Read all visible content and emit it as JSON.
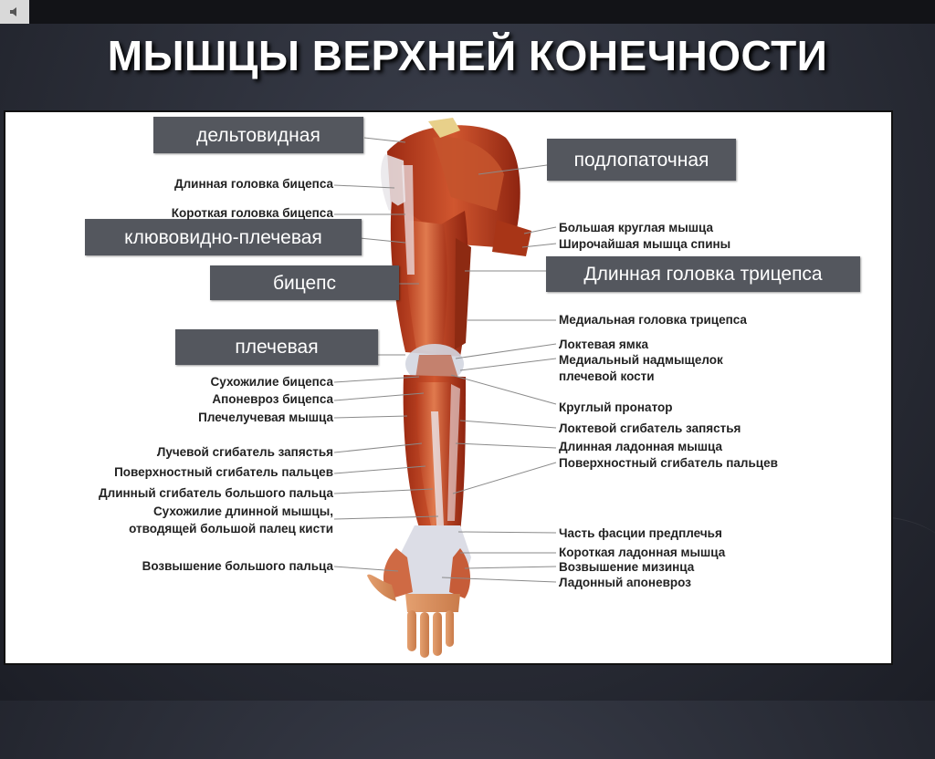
{
  "slide": {
    "title": "МЫШЦЫ ВЕРХНЕЙ КОНЕЧНОСТИ"
  },
  "toolbar": {
    "speaker_icon": "speaker-icon"
  },
  "boxes": {
    "deltoid": "дельтовидная",
    "subscapularis": "подлопаточная",
    "coracobrachialis": "клювовидно-плечевая",
    "triceps_long_head": "Длинная головка трицепса",
    "biceps": "бицепс",
    "brachialis": "плечевая"
  },
  "annotations_left": {
    "biceps_long_head": "Длинная головка бицепса",
    "biceps_short_head": "Короткая головка бицепса",
    "biceps_tendon": "Сухожилие бицепса",
    "biceps_aponeurosis": "Апоневроз бицепса",
    "brachioradialis": "Плечелучевая мышца",
    "fcr": "Лучевой сгибатель запястья",
    "fds": "Поверхностный сгибатель пальцев",
    "fpl": "Длинный сгибатель большого пальца",
    "apl_tendon_1": "Сухожилие длинной мышцы,",
    "apl_tendon_2": "отводящей большой палец кисти",
    "thenar": "Возвышение большого пальца"
  },
  "annotations_right": {
    "teres_major": "Большая круглая мышца",
    "latissimus": "Широчайшая мышца спины",
    "triceps_medial": "Медиальная головка трицепса",
    "cubital_fossa": "Локтевая ямка",
    "medial_epicondyle_1": "Медиальный надмыщелок",
    "medial_epicondyle_2": "плечевой кости",
    "pronator_teres": "Круглый пронатор",
    "fcu": "Локтевой сгибатель запястья",
    "palmaris_longus": "Длинная ладонная мышца",
    "fds_right": "Поверхностный сгибатель пальцев",
    "forearm_fascia": "Часть фасции предплечья",
    "palmaris_brevis": "Короткая ладонная мышца",
    "hypothenar": "Возвышение мизинца",
    "palmar_aponeurosis": "Ладонный апоневроз"
  }
}
